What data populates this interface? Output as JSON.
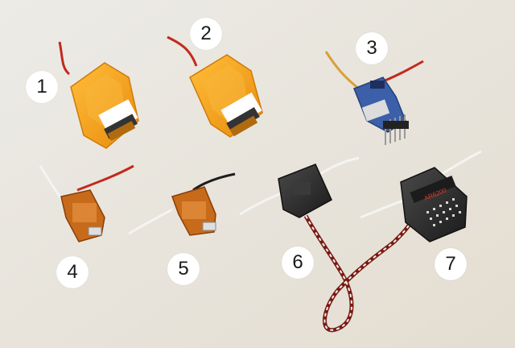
{
  "labels": [
    "1",
    "2",
    "3",
    "4",
    "5",
    "6",
    "7"
  ],
  "colors": {
    "background": "#e9e6de",
    "orange_case": "#f7a21a",
    "orange_dark": "#d9820a",
    "black_case": "#2a2a2a",
    "blue_board": "#3b5fa8",
    "wire_red": "#c22a1e",
    "wire_white": "#f4f4f2",
    "wire_black": "#1c1c1c",
    "label_bg": "#ffffff"
  },
  "device7": {
    "model_text": "AR6200"
  }
}
